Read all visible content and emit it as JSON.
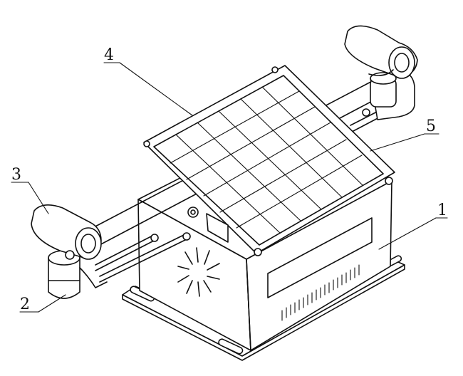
{
  "labels": {
    "housing": "1",
    "mount": "2",
    "camera": "3",
    "panel": "4",
    "frame": "5"
  }
}
